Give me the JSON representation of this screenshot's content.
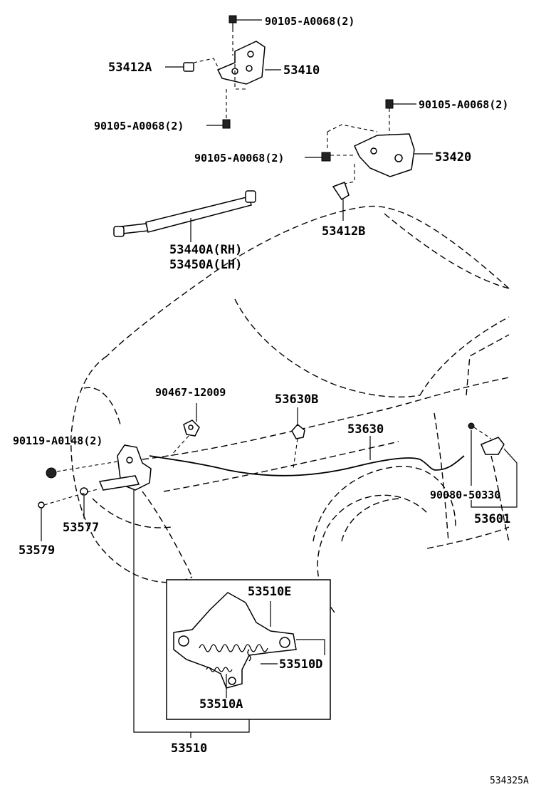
{
  "labels": {
    "bolt_top": "90105-A0068(2)",
    "bolt_left": "90105-A0068(2)",
    "bolt_right_top": "90105-A0068(2)",
    "bolt_right_mid": "90105-A0068(2)",
    "hinge_lh": "53410",
    "cushion_a": "53412A",
    "hinge_rh": "53420",
    "cushion_b": "53412B",
    "support_rh": "53440A(RH)",
    "support_lh": "53450A(LH)",
    "clamp": "90467-12009",
    "clip_b": "53630B",
    "cable": "53630",
    "bolt_lock": "90119-A0148(2)",
    "stopper_a": "53577",
    "stopper_b": "53579",
    "lever_bolt": "90080-50330",
    "lever": "53601",
    "spring_e": "53510E",
    "spring_d": "53510D",
    "spring_a": "53510A",
    "lock_assy": "53510",
    "diagram_id": "534325A"
  }
}
